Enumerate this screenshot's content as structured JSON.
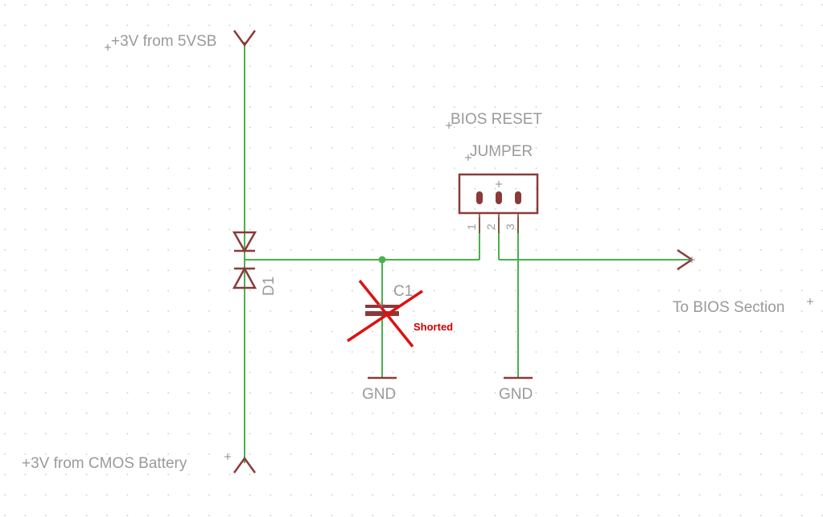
{
  "labels": {
    "supply_5vsb": "+3V from 5VSB",
    "supply_battery": "+3V from CMOS Battery",
    "jumper_line1": "BIOS RESET",
    "jumper_line2": "JUMPER",
    "diode_ref": "D1",
    "cap_ref": "C1",
    "gnd_left": "GND",
    "gnd_right": "GND",
    "output": "To BIOS Section",
    "annotation": "Shorted"
  },
  "jumper_pins": [
    "1",
    "2",
    "3"
  ],
  "colors": {
    "wire": "#4caf50",
    "symbol": "#8b3a3a",
    "text": "#9a9a9a",
    "annotation": "#dd1111",
    "grid_dot": "#c8c8c8"
  }
}
